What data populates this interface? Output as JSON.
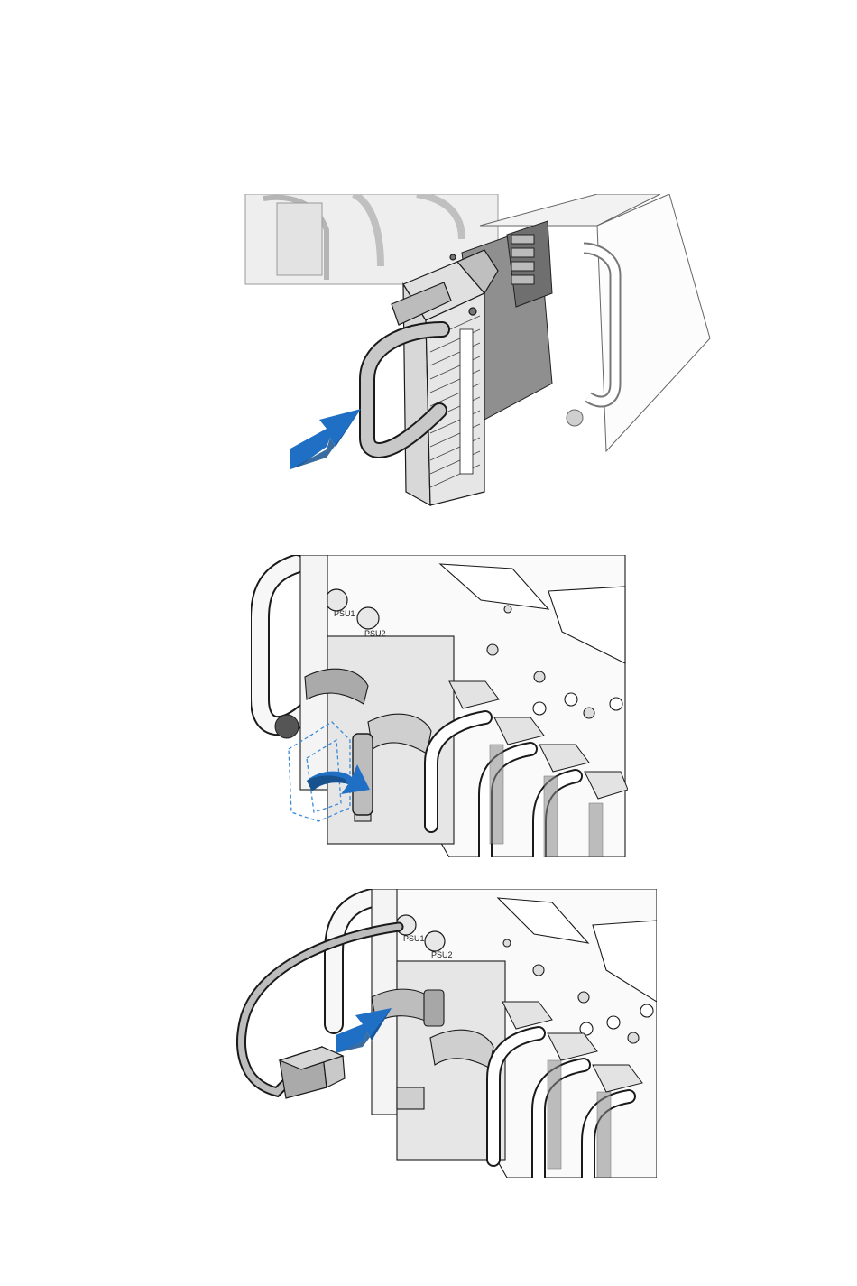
{
  "figure": {
    "panels": [
      {
        "id": "step-1",
        "content": "psu-module-slide-into-bay",
        "arrow": "push-in-arrow"
      },
      {
        "id": "step-2",
        "content": "psu-handle-rotate-to-lock",
        "arrow": "rotate-arrow"
      },
      {
        "id": "step-3",
        "content": "power-cable-connect",
        "arrow": "plug-in-arrow"
      }
    ],
    "psu_labels": [
      "PSU1",
      "PSU2"
    ],
    "colors": {
      "arrow_blue": "#1f6fc4",
      "arrow_dark": "#17528f",
      "line": "#1a1a1a",
      "light_gray": "#e4e4e4",
      "mid_gray": "#c9c9c9",
      "dark_gray": "#8f8f8f",
      "ghost_outline": "#3a8ad8"
    },
    "icons": [
      "push-arrow-icon",
      "rotate-arrow-icon",
      "plug-arrow-icon",
      "thumbscrew-icon",
      "power-connector-icon"
    ]
  }
}
